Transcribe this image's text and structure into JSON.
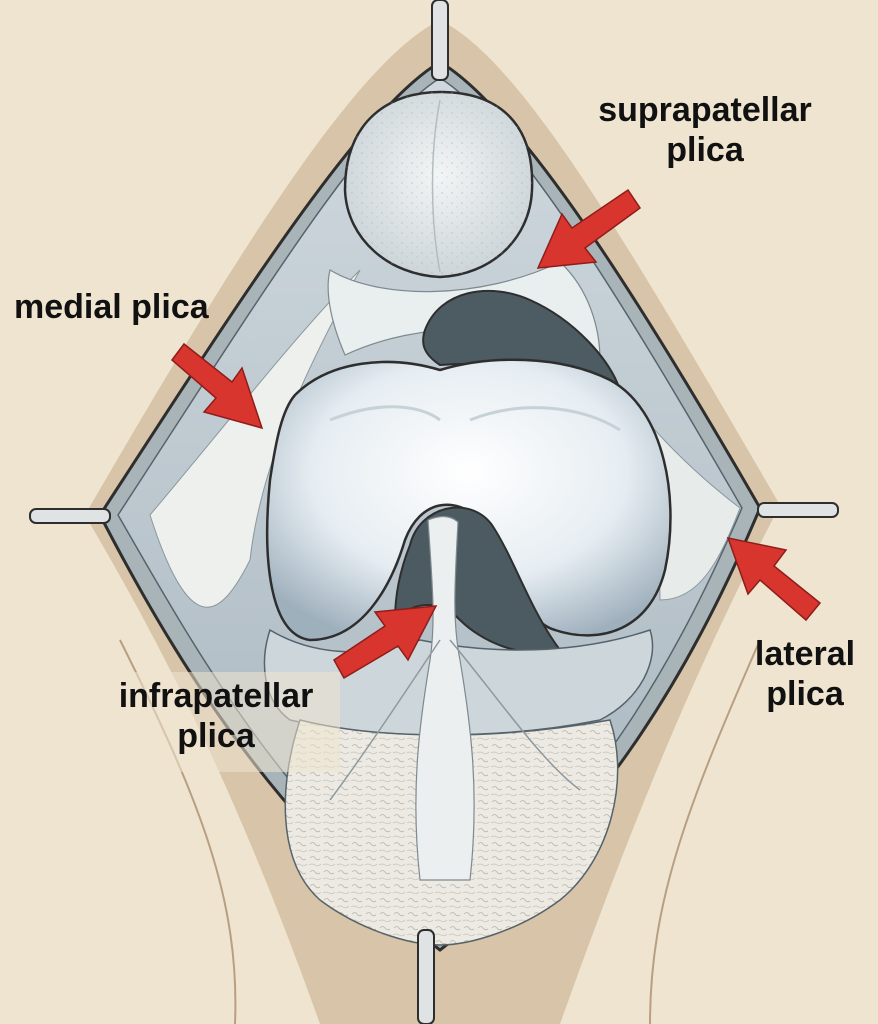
{
  "labels": {
    "suprapatellar": {
      "line1": "suprapatellar",
      "line2": "plica"
    },
    "medial": {
      "line1": "medial plica"
    },
    "lateral": {
      "line1": "lateral",
      "line2": "plica"
    },
    "infrapatellar": {
      "line1": "infrapatellar",
      "line2": "plica"
    }
  },
  "colors": {
    "background": "#efe4cf",
    "arrow": "#d8352f",
    "skin": "#cdb79d",
    "cartilage": "#e8eef2",
    "outline": "#2e2e2e"
  },
  "icons": {
    "arrow": "red-arrow-icon",
    "retractor": "retractor-icon"
  }
}
